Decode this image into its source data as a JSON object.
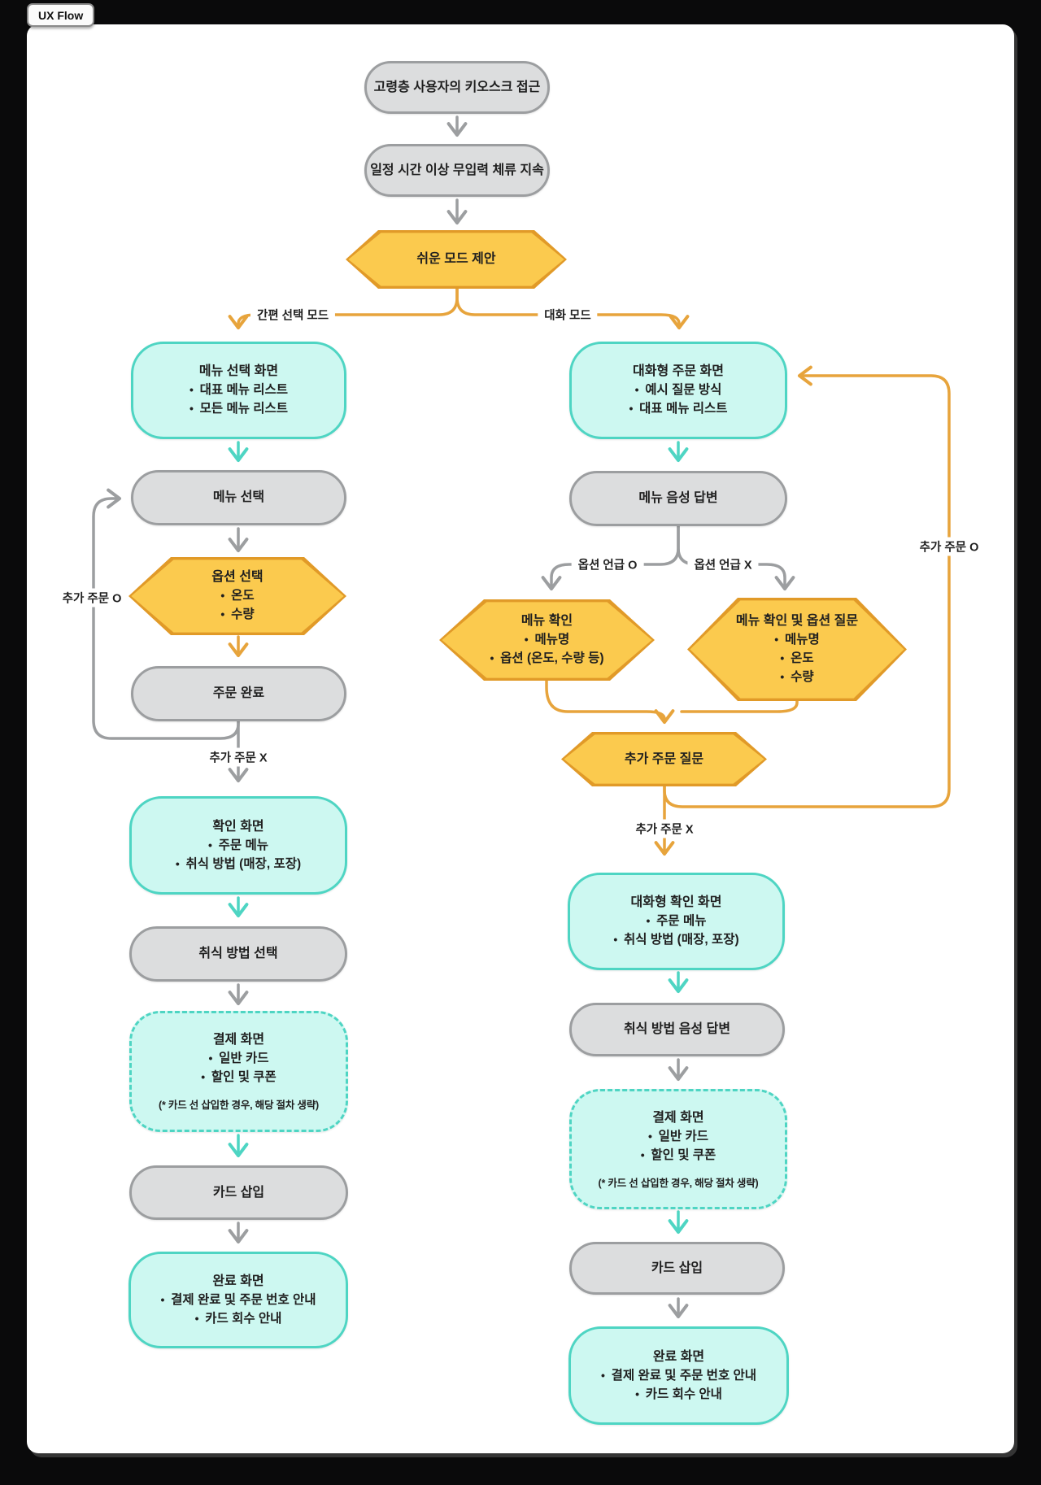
{
  "tab": {
    "label": "UX Flow"
  },
  "colors": {
    "background": "#0a0a0b",
    "canvas": "#ffffff",
    "gray_fill": "#dcddde",
    "gray_border": "#9c9ea0",
    "teal_fill": "#cdf8f1",
    "teal_border": "#4ed5c3",
    "orange_fill": "#fbca4e",
    "orange_border": "#e19a28",
    "orange_line": "#e7a43c",
    "text": "#1f1f1f"
  },
  "edge_labels": {
    "easy_pick_mode": "간편 선택 모드",
    "dialog_mode": "대화 모드",
    "left_additional_order_yes": "추가 주문 O",
    "left_additional_order_no": "추가 주문 X",
    "option_mentioned_yes": "옵션 언급 O",
    "option_mentioned_no": "옵션 언급 X",
    "right_additional_order_yes": "추가 주문 O",
    "right_additional_order_no": "추가 주문 X"
  },
  "nodes": {
    "kiosk_approach": {
      "title": "고령층 사용자의 키오스크 접근"
    },
    "idle_dwell": {
      "title": "일정 시간 이상 무입력 체류 지속"
    },
    "easy_mode_suggest": {
      "title": "쉬운 모드 제안"
    },
    "menu_select_screen": {
      "title": "메뉴 선택 화면",
      "bullets": [
        "대표 메뉴 리스트",
        "모든 메뉴 리스트"
      ]
    },
    "menu_select": {
      "title": "메뉴 선택"
    },
    "option_select": {
      "title": "옵션 선택",
      "bullets": [
        "온도",
        "수량"
      ]
    },
    "order_complete": {
      "title": "주문 완료"
    },
    "confirm_screen": {
      "title": "확인 화면",
      "bullets": [
        "주문 메뉴",
        "취식 방법 (매장, 포장)"
      ]
    },
    "dining_method_select": {
      "title": "취식 방법 선택"
    },
    "payment_screen_left": {
      "title": "결제 화면",
      "bullets": [
        "일반 카드",
        "할인 및 쿠폰"
      ],
      "note": "(* 카드 선 삽입한 경우, 해당 절차 생략)"
    },
    "card_insert_left": {
      "title": "카드 삽입"
    },
    "complete_screen_left": {
      "title": "완료 화면",
      "bullets": [
        "결제 완료 및 주문 번호 안내",
        "카드 회수 안내"
      ]
    },
    "dialog_order_screen": {
      "title": "대화형 주문 화면",
      "bullets": [
        "예시 질문 방식",
        "대표 메뉴 리스트"
      ]
    },
    "menu_voice_answer": {
      "title": "메뉴 음성 답변"
    },
    "menu_confirm": {
      "title": "메뉴 확인",
      "bullets": [
        "메뉴명",
        "옵션 (온도, 수량 등)"
      ]
    },
    "menu_confirm_option_question": {
      "title": "메뉴 확인 및 옵션 질문",
      "bullets": [
        "메뉴명",
        "온도",
        "수량"
      ]
    },
    "additional_order_question": {
      "title": "추가 주문 질문"
    },
    "dialog_confirm_screen": {
      "title": "대화형 확인 화면",
      "bullets": [
        "주문 메뉴",
        "취식 방법 (매장, 포장)"
      ]
    },
    "dining_method_voice_answer": {
      "title": "취식 방법 음성 답변"
    },
    "payment_screen_right": {
      "title": "결제 화면",
      "bullets": [
        "일반 카드",
        "할인 및 쿠폰"
      ],
      "note": "(* 카드 선 삽입한 경우, 해당 절차 생략)"
    },
    "card_insert_right": {
      "title": "카드 삽입"
    },
    "complete_screen_right": {
      "title": "완료 화면",
      "bullets": [
        "결제 완료 및 주문 번호 안내",
        "카드 회수 안내"
      ]
    }
  }
}
